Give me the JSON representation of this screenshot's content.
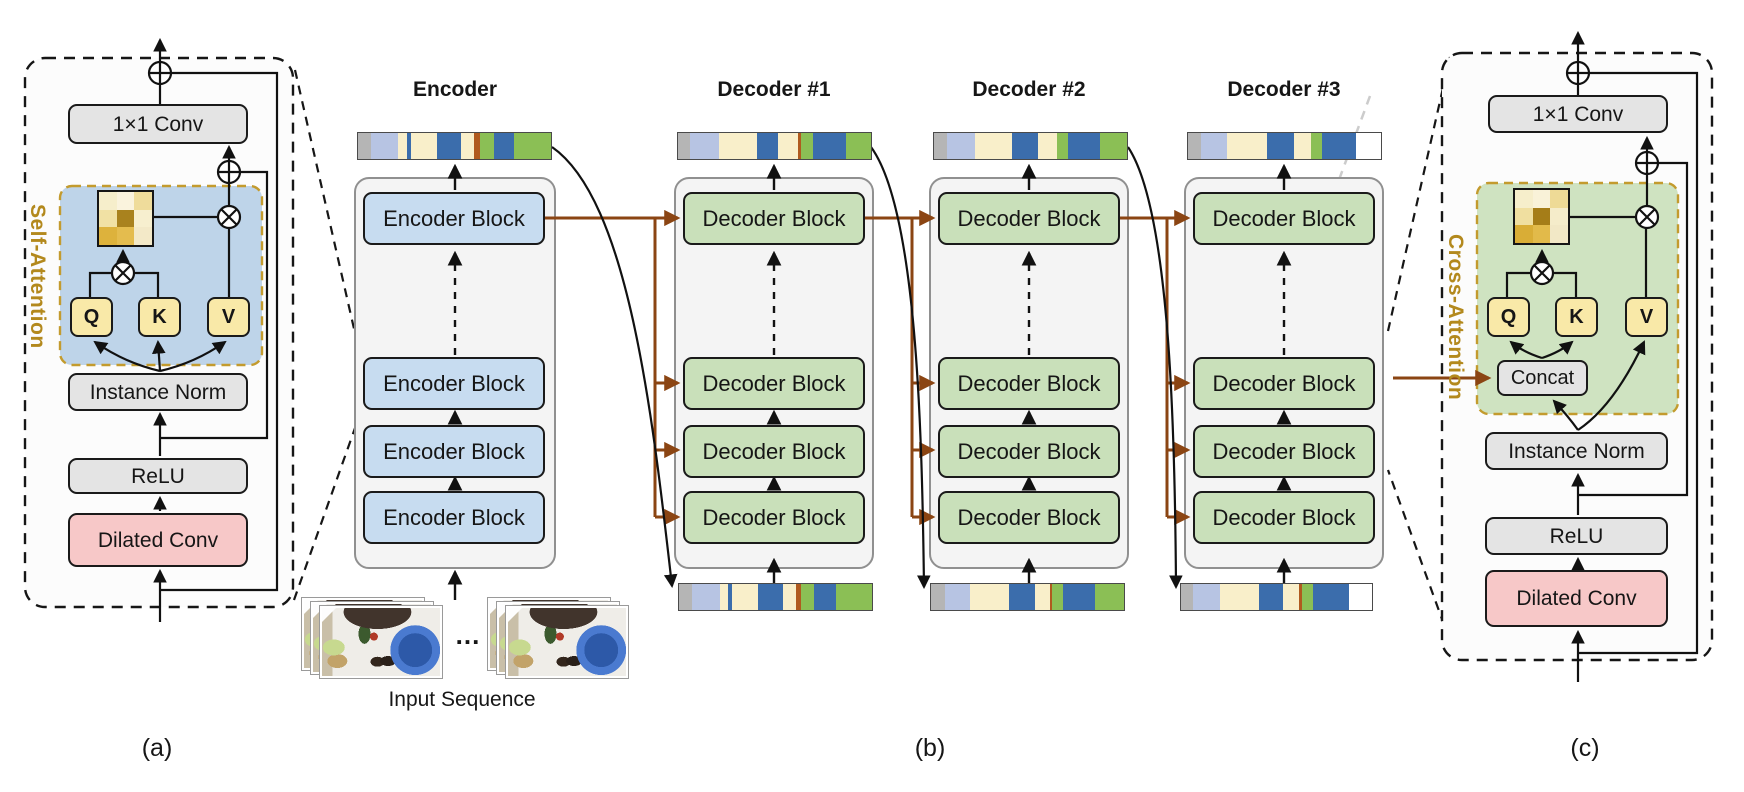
{
  "figure": {
    "caption_a": "(a)",
    "caption_b": "(b)",
    "caption_c": "(c)",
    "input_label": "Input Sequence",
    "ellipsis": "..."
  },
  "panel_a": {
    "attention_label": "Self-Attention",
    "conv": "1×1 Conv",
    "instance_norm": "Instance Norm",
    "relu": "ReLU",
    "dilated_conv": "Dilated Conv",
    "q": "Q",
    "k": "K",
    "v": "V",
    "matrix": [
      "#f6eecb",
      "#faf3dd",
      "#efdc9b",
      "#f1e1a4",
      "#a9821e",
      "#f7efcf",
      "#ddb23c",
      "#e4bc4e",
      "#f3e9c8"
    ]
  },
  "panel_c": {
    "attention_label": "Cross-Attention",
    "conv": "1×1 Conv",
    "concat": "Concat",
    "instance_norm": "Instance Norm",
    "relu": "ReLU",
    "dilated_conv": "Dilated Conv",
    "q": "Q",
    "k": "K",
    "v": "V",
    "matrix": [
      "#f6eecb",
      "#f9f2d8",
      "#eeda96",
      "#f0dfa0",
      "#a57d18",
      "#f5ecca",
      "#d9ad36",
      "#e2ba4a",
      "#f2e8c6"
    ]
  },
  "encoder": {
    "title": "Encoder",
    "blocks": [
      "Encoder Block",
      "Encoder Block",
      "Encoder Block",
      "Encoder Block"
    ],
    "top_bar": [
      [
        "#b5b5b5",
        6.9
      ],
      [
        "#b7c4e3",
        13.8
      ],
      [
        "#f9efca",
        4.8
      ],
      [
        "#3b6dac",
        2.1
      ],
      [
        "#f9efca",
        13.4
      ],
      [
        "#3b6dac",
        12.4
      ],
      [
        "#f9efca",
        6.9
      ],
      [
        "#b05a1e",
        3.1
      ],
      [
        "#8bbf55",
        6.9
      ],
      [
        "#3b6dac",
        10.4
      ],
      [
        "#8bbf55",
        19.3
      ]
    ]
  },
  "decoders": [
    {
      "title": "Decoder #1",
      "blocks": [
        "Decoder Block",
        "Decoder Block",
        "Decoder Block",
        "Decoder Block"
      ],
      "top_bar": [
        [
          "#b5b5b5",
          6.0
        ],
        [
          "#b7c4e3",
          15.0
        ],
        [
          "#f9efca",
          20.0
        ],
        [
          "#3b6dac",
          11.0
        ],
        [
          "#f9efca",
          10.0
        ],
        [
          "#b05a1e",
          1.5
        ],
        [
          "#8bbf55",
          6.5
        ],
        [
          "#3b6dac",
          17.0
        ],
        [
          "#8bbf55",
          13.0
        ]
      ],
      "bottom_bar": [
        [
          "#b5b5b5",
          6.8
        ],
        [
          "#b7c4e3",
          14.6
        ],
        [
          "#f9efca",
          4.2
        ],
        [
          "#3b6dac",
          2.1
        ],
        [
          "#f9efca",
          13.3
        ],
        [
          "#3b6dac",
          12.8
        ],
        [
          "#f9efca",
          6.9
        ],
        [
          "#b05a1e",
          2.5
        ],
        [
          "#8bbf55",
          6.9
        ],
        [
          "#3b6dac",
          11.1
        ],
        [
          "#8bbf55",
          18.8
        ]
      ]
    },
    {
      "title": "Decoder #2",
      "blocks": [
        "Decoder Block",
        "Decoder Block",
        "Decoder Block",
        "Decoder Block"
      ],
      "top_bar": [
        [
          "#b5b5b5",
          6.8
        ],
        [
          "#b7c4e3",
          14.5
        ],
        [
          "#f9efca",
          19.3
        ],
        [
          "#3b6dac",
          13.1
        ],
        [
          "#f9efca",
          10.2
        ],
        [
          "#8bbf55",
          5.6
        ],
        [
          "#3b6dac",
          16.5
        ],
        [
          "#8bbf55",
          14.0
        ]
      ],
      "bottom_bar": [
        [
          "#b5b5b5",
          7.0
        ],
        [
          "#b7c4e3",
          13.0
        ],
        [
          "#f9efca",
          20.5
        ],
        [
          "#3b6dac",
          13.5
        ],
        [
          "#f9efca",
          7.5
        ],
        [
          "#b05a1e",
          1.3
        ],
        [
          "#8bbf55",
          5.7
        ],
        [
          "#3b6dac",
          16.5
        ],
        [
          "#8bbf55",
          15.0
        ]
      ]
    },
    {
      "title": "Decoder #3",
      "blocks": [
        "Decoder Block",
        "Decoder Block",
        "Decoder Block",
        "Decoder Block"
      ],
      "top_bar": [
        [
          "#b5b5b5",
          6.5
        ],
        [
          "#b7c4e3",
          13.7
        ],
        [
          "#f9efca",
          20.5
        ],
        [
          "#3b6dac",
          14.0
        ],
        [
          "#f9efca",
          9.1
        ],
        [
          "#8bbf55",
          5.9
        ],
        [
          "#3b6dac",
          17.5
        ],
        [
          "#ffffff",
          12.8
        ]
      ],
      "bottom_bar": [
        [
          "#b5b5b5",
          6.5
        ],
        [
          "#b7c4e3",
          13.8
        ],
        [
          "#f9efca",
          20.7
        ],
        [
          "#3b6dac",
          12.4
        ],
        [
          "#f9efca",
          8.3
        ],
        [
          "#b05a1e",
          1.7
        ],
        [
          "#8bbf55",
          5.5
        ],
        [
          "#3b6dac",
          19.0
        ],
        [
          "#ffffff",
          12.1
        ]
      ]
    }
  ],
  "colors": {
    "feedback_arrow": "#8b4513",
    "attention_accent": "#b3891d",
    "encoder_block_fill": "#c7dcf0",
    "decoder_block_fill": "#c9e0ba",
    "self_attention_bg": "#bed4e9",
    "cross_attention_bg": "#cfe3c1"
  }
}
